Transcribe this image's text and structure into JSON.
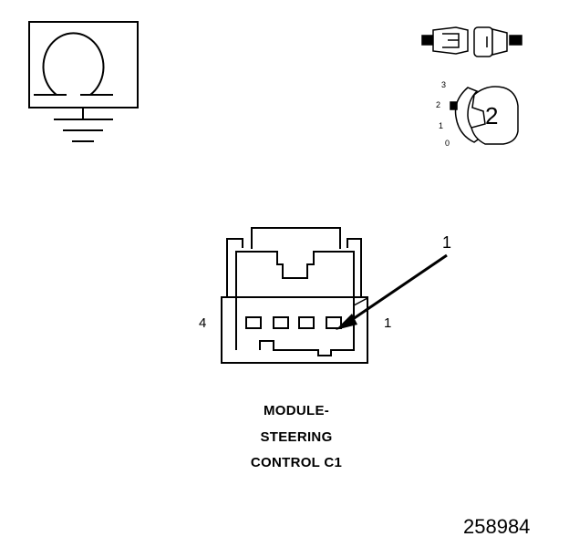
{
  "ground_symbol": {
    "icon": "ground-omega-icon"
  },
  "connector_icon": {
    "icon": "connector-halves-icon"
  },
  "lock_legend": {
    "icon": "connector-lock-position-icon",
    "positions": [
      "3",
      "2",
      "1",
      "0"
    ],
    "selected": "2"
  },
  "connector": {
    "callout_number": "1",
    "pin_left": "4",
    "pin_right": "1",
    "title_lines": [
      "MODULE-",
      "STEERING",
      "CONTROL C1"
    ]
  },
  "figure_number": "258984"
}
